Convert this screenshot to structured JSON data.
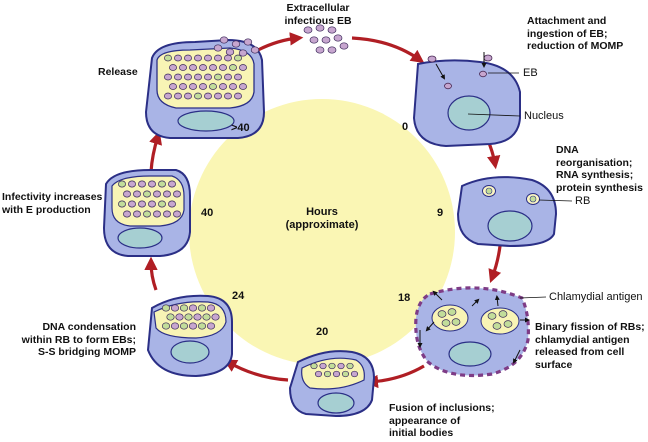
{
  "center": {
    "title": "Hours",
    "subtitle": "(approximate)"
  },
  "hours": {
    "h0": "0",
    "h9": "9",
    "h18": "18",
    "h20": "20",
    "h24": "24",
    "h40": "40",
    "h40plus": ">40"
  },
  "stages": {
    "extracellular": [
      "Extracellular",
      "infectious EB"
    ],
    "attachment": [
      "Attachment and",
      "ingestion of EB;",
      "reduction of MOMP"
    ],
    "dna_reorg": [
      "DNA reorganisation;",
      "RNA synthesis;",
      "protein synthesis"
    ],
    "binary_fission": [
      "Binary fission of RBs;",
      "chlamydial antigen",
      "released from cell",
      "surface"
    ],
    "fusion": [
      "Fusion of inclusions;",
      "appearance of",
      "initial bodies"
    ],
    "dna_condensation": [
      "DNA condensation",
      "within RB to form EBs;",
      "S-S bridging MOMP"
    ],
    "infectivity": [
      "Infectivity increases",
      "with E production"
    ],
    "release": [
      "Release"
    ]
  },
  "callouts": {
    "eb": "EB",
    "nucleus": "Nucleus",
    "rb": "RB",
    "antigen": "Chlamydial antigen"
  },
  "colors": {
    "cell_fill": "#A9B4E6",
    "cell_stroke": "#2B2F86",
    "nucleus_fill": "#A6CFD2",
    "inclusion_fill": "#F8F4B5",
    "center_fill": "#FAF6B4",
    "arrow": "#B01E24",
    "eb_fill": "#C7A6CF",
    "rb_fill": "#C2DD9A",
    "antigen": "#7E3C86"
  }
}
